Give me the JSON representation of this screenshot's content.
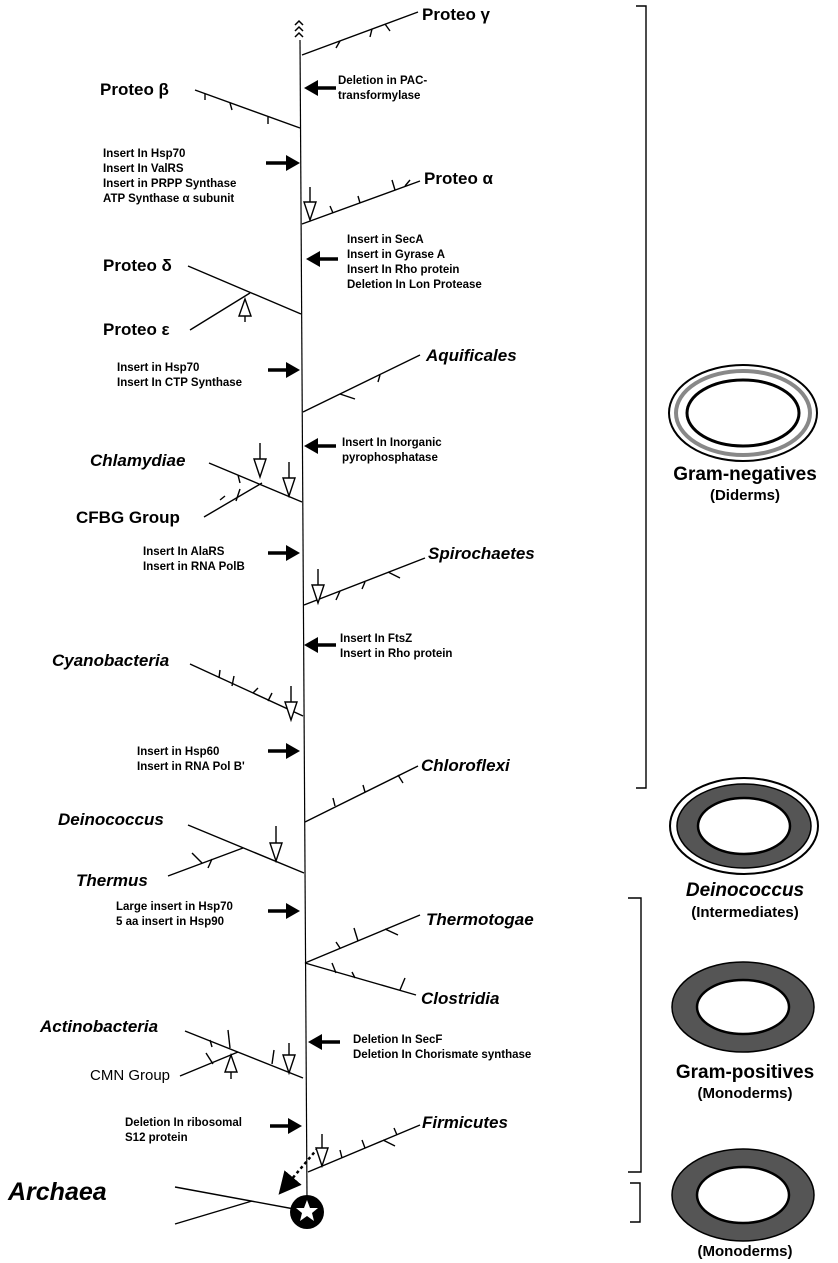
{
  "taxa": {
    "proteo_gamma": "Proteo γ",
    "proteo_beta": "Proteo β",
    "proteo_alpha": "Proteo α",
    "proteo_delta": "Proteo δ",
    "proteo_epsilon": "Proteo ε",
    "aquificales": "Aquificales",
    "chlamydiae": "Chlamydiae",
    "cfbg": "CFBG Group",
    "spirochaetes": "Spirochaetes",
    "cyanobacteria": "Cyanobacteria",
    "chloroflexi": "Chloroflexi",
    "deinococcus": "Deinococcus",
    "thermus": "Thermus",
    "thermotogae": "Thermotogae",
    "clostridia": "Clostridia",
    "actinobacteria": "Actinobacteria",
    "cmn": "CMN Group",
    "firmicutes": "Firmicutes",
    "archaea": "Archaea"
  },
  "annotations": {
    "pac": [
      "Deletion in PAC-",
      "transformylase"
    ],
    "hsp70_valrs": [
      "Insert In Hsp70",
      "Insert In ValRS",
      "Insert in PRPP Synthase",
      "ATP Synthase α subunit"
    ],
    "seca": [
      "Insert in SecA",
      "Insert in Gyrase A",
      "Insert In Rho protein",
      "Deletion In Lon Protease"
    ],
    "hsp70_ctp": [
      "Insert in Hsp70",
      "Insert In CTP Synthase"
    ],
    "inorganic": [
      "Insert In Inorganic",
      "pyrophosphatase"
    ],
    "alars": [
      "Insert In AlaRS",
      "Insert in RNA PolB"
    ],
    "ftsz": [
      "Insert In FtsZ",
      "Insert in Rho protein"
    ],
    "hsp60": [
      "Insert in Hsp60",
      "Insert in RNA Pol B'"
    ],
    "large_hsp70": [
      "Large insert in Hsp70",
      "5 aa  insert in Hsp90"
    ],
    "secf": [
      "Deletion In SecF",
      "Deletion In Chorismate synthase"
    ],
    "ribosomal": [
      "Deletion In  ribosomal",
      "S12 protein"
    ]
  },
  "groups": {
    "gram_negatives": {
      "title": "Gram-negatives",
      "subtitle": "(Diderms)"
    },
    "deinococcus": {
      "title": "Deinococcus",
      "subtitle": "(Intermediates)"
    },
    "gram_positives": {
      "title": "Gram-positives",
      "subtitle": "(Monoderms)"
    },
    "archaea": {
      "subtitle": "(Monoderms)"
    }
  },
  "colors": {
    "line": "#000000",
    "membrane": "#555555",
    "outer_grey": "#888888"
  }
}
